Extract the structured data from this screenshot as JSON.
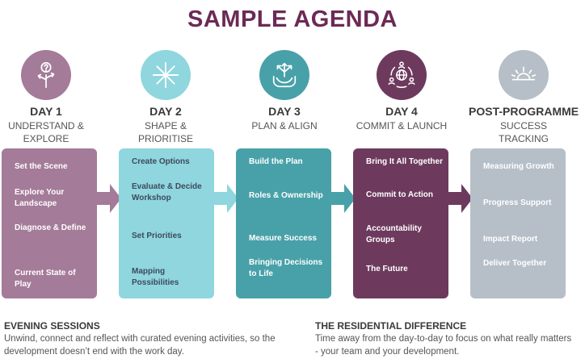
{
  "title": "SAMPLE AGENDA",
  "colors": {
    "title": "#6b2a55",
    "day1": "#a47b99",
    "day2": "#8fd6de",
    "day3": "#48a1a8",
    "day4": "#6d3a5e",
    "post": "#b6bfc8"
  },
  "days": [
    {
      "title": "DAY 1",
      "subtitle": "UNDERSTAND & EXPLORE",
      "icon": "crossroads-question-icon",
      "items": [
        "Set the Scene",
        "Explore Your Landscape",
        "Diagnose & Define",
        "Current State of Play"
      ]
    },
    {
      "title": "DAY 2",
      "subtitle": "SHAPE & PRIORITISE",
      "icon": "sparkle-icon",
      "items": [
        "Create Options",
        "Evaluate & Decide Workshop",
        "Set Priorities",
        "Mapping Possibilities"
      ]
    },
    {
      "title": "DAY 3",
      "subtitle": "PLAN & ALIGN",
      "icon": "hands-arrows-icon",
      "items": [
        "Build the Plan",
        "Roles & Ownership",
        "Measure Success",
        "Bringing Decisions to Life"
      ]
    },
    {
      "title": "DAY 4",
      "subtitle": "COMMIT & LAUNCH",
      "icon": "global-team-icon",
      "items": [
        "Bring It All Together",
        "Commit to Action",
        "Accountability Groups",
        "The Future"
      ]
    },
    {
      "title": "POST-PROGRAMME",
      "subtitle": "SUCCESS TRACKING",
      "icon": "sunrise-icon",
      "items": [
        "Measuring Growth",
        "Progress Support",
        "Impact Report",
        "Deliver Together"
      ]
    }
  ],
  "footer": {
    "evening_title": "EVENING SESSIONS",
    "evening_text": "Unwind, connect and reflect with curated evening activities, so the development doesn’t end with the work day.",
    "residential_title": "THE RESIDENTIAL DIFFERENCE",
    "residential_text": "Time away from the day-to-day to focus on what really matters - your team and your development."
  }
}
